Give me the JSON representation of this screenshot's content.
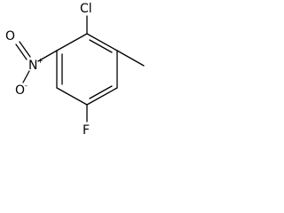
{
  "molecule": {
    "atoms": {
      "chlorine": "Cl",
      "nitrogen": "N",
      "nitrogen_charge": "+",
      "oxygen_double": "O",
      "oxygen_single": "O",
      "oxygen_charge": "-",
      "fluorine": "F"
    }
  }
}
